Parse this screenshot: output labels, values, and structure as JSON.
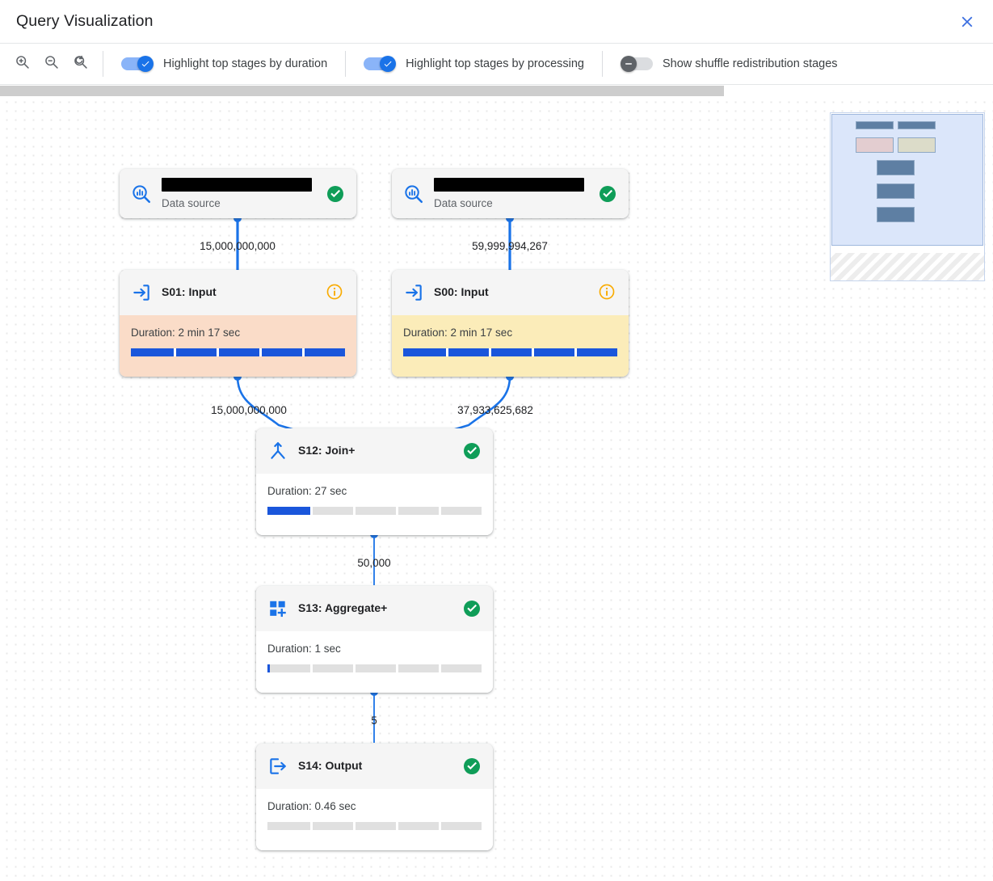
{
  "header": {
    "title": "Query Visualization",
    "close_icon": "close-icon"
  },
  "toolbar": {
    "zoom_in": {
      "name": "zoom-in-icon",
      "label": "Zoom in"
    },
    "zoom_out": {
      "name": "zoom-out-icon",
      "label": "Zoom out"
    },
    "zoom_reset": {
      "name": "zoom-reset-icon",
      "label": "Reset zoom"
    },
    "toggles": [
      {
        "label": "Highlight top stages by duration",
        "state": "on"
      },
      {
        "label": "Highlight top stages by processing",
        "state": "on"
      },
      {
        "label": "Show shuffle redistribution stages",
        "state": "off"
      }
    ]
  },
  "colors": {
    "accent": "#1a73e8",
    "toggle_on_track": "#8ab4f8",
    "toggle_off_thumb": "#5f6368",
    "success_green": "#0f9d58",
    "info_orange": "#f9ab00",
    "progress_blue": "#1a56db",
    "highlight_duration": "#fadcc8",
    "highlight_processing": "#fbecb9",
    "edge_blue": "#1a73e8"
  },
  "graph": {
    "nodes": [
      {
        "id": "ds1",
        "type": "data-source",
        "icon": "data-source-search-icon",
        "title": "",
        "title_redacted": true,
        "redacted_width": 186,
        "subtitle": "Data source",
        "status": "success"
      },
      {
        "id": "ds2",
        "type": "data-source",
        "icon": "data-source-search-icon",
        "title": "",
        "title_redacted": true,
        "redacted_width": 186,
        "subtitle": "Data source",
        "status": "success"
      },
      {
        "id": "s01",
        "type": "stage",
        "icon": "input-arrow-icon",
        "title": "S01: Input",
        "status": "info",
        "duration_label": "Duration: 2 min 17 sec",
        "progress_percent": 100,
        "highlight": "duration"
      },
      {
        "id": "s00",
        "type": "stage",
        "icon": "input-arrow-icon",
        "title": "S00: Input",
        "status": "info",
        "duration_label": "Duration: 2 min 17 sec",
        "progress_percent": 100,
        "highlight": "processing"
      },
      {
        "id": "s12",
        "type": "stage",
        "icon": "join-icon",
        "title": "S12: Join+",
        "status": "success",
        "duration_label": "Duration: 27 sec",
        "progress_percent": 20,
        "highlight": "none"
      },
      {
        "id": "s13",
        "type": "stage",
        "icon": "aggregate-plus-icon",
        "title": "S13: Aggregate+",
        "status": "success",
        "duration_label": "Duration: 1 sec",
        "progress_percent": 1,
        "highlight": "none"
      },
      {
        "id": "s14",
        "type": "stage",
        "icon": "output-arrow-icon",
        "title": "S14: Output",
        "status": "success",
        "duration_label": "Duration: 0.46 sec",
        "progress_percent": 0,
        "highlight": "none"
      }
    ],
    "edges": [
      {
        "from": "ds1",
        "to": "s01",
        "label": "15,000,000,000"
      },
      {
        "from": "ds2",
        "to": "s00",
        "label": "59,999,994,267"
      },
      {
        "from": "s01",
        "to": "s12",
        "label": "15,000,000,000"
      },
      {
        "from": "s00",
        "to": "s12",
        "label": "37,933,625,682"
      },
      {
        "from": "s12",
        "to": "s13",
        "label": "50,000"
      },
      {
        "from": "s13",
        "to": "s14",
        "label": "5"
      }
    ]
  },
  "minimap": {
    "name": "graph-minimap"
  },
  "scrollbar": {
    "name": "horizontal-scrollbar"
  }
}
